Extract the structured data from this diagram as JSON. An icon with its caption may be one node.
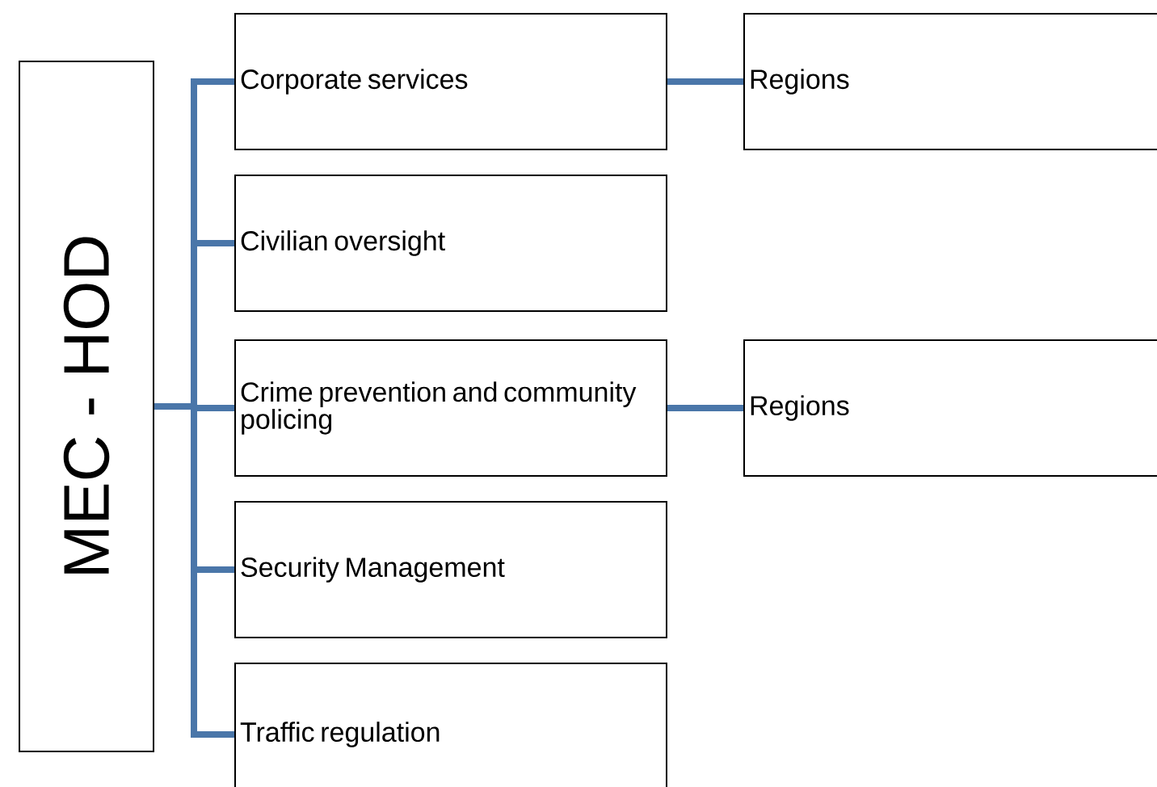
{
  "diagram": {
    "nodes": [
      {
        "text": [
          "MEC - HOD"
        ]
      },
      {
        "text": [
          "Corporate services"
        ]
      },
      {
        "text": [
          "Civilian oversight"
        ]
      },
      {
        "text": [
          "Crime prevention and community policing"
        ]
      },
      {
        "text": [
          "Security Management"
        ]
      },
      {
        "text": [
          "Traffic regulation"
        ]
      },
      {
        "text": [
          "Regions"
        ]
      },
      {
        "text": [
          "Regions"
        ]
      }
    ],
    "edges": [
      {
        "from": 0,
        "to": 1,
        "arrow": "none"
      },
      {
        "from": 0,
        "to": 2,
        "arrow": "none"
      },
      {
        "from": 0,
        "to": 3,
        "arrow": "none"
      },
      {
        "from": 0,
        "to": 4,
        "arrow": "none"
      },
      {
        "from": 0,
        "to": 5,
        "arrow": "none"
      },
      {
        "from": 1,
        "to": 6,
        "arrow": "none"
      },
      {
        "from": 3,
        "to": 7,
        "arrow": "none"
      }
    ]
  }
}
